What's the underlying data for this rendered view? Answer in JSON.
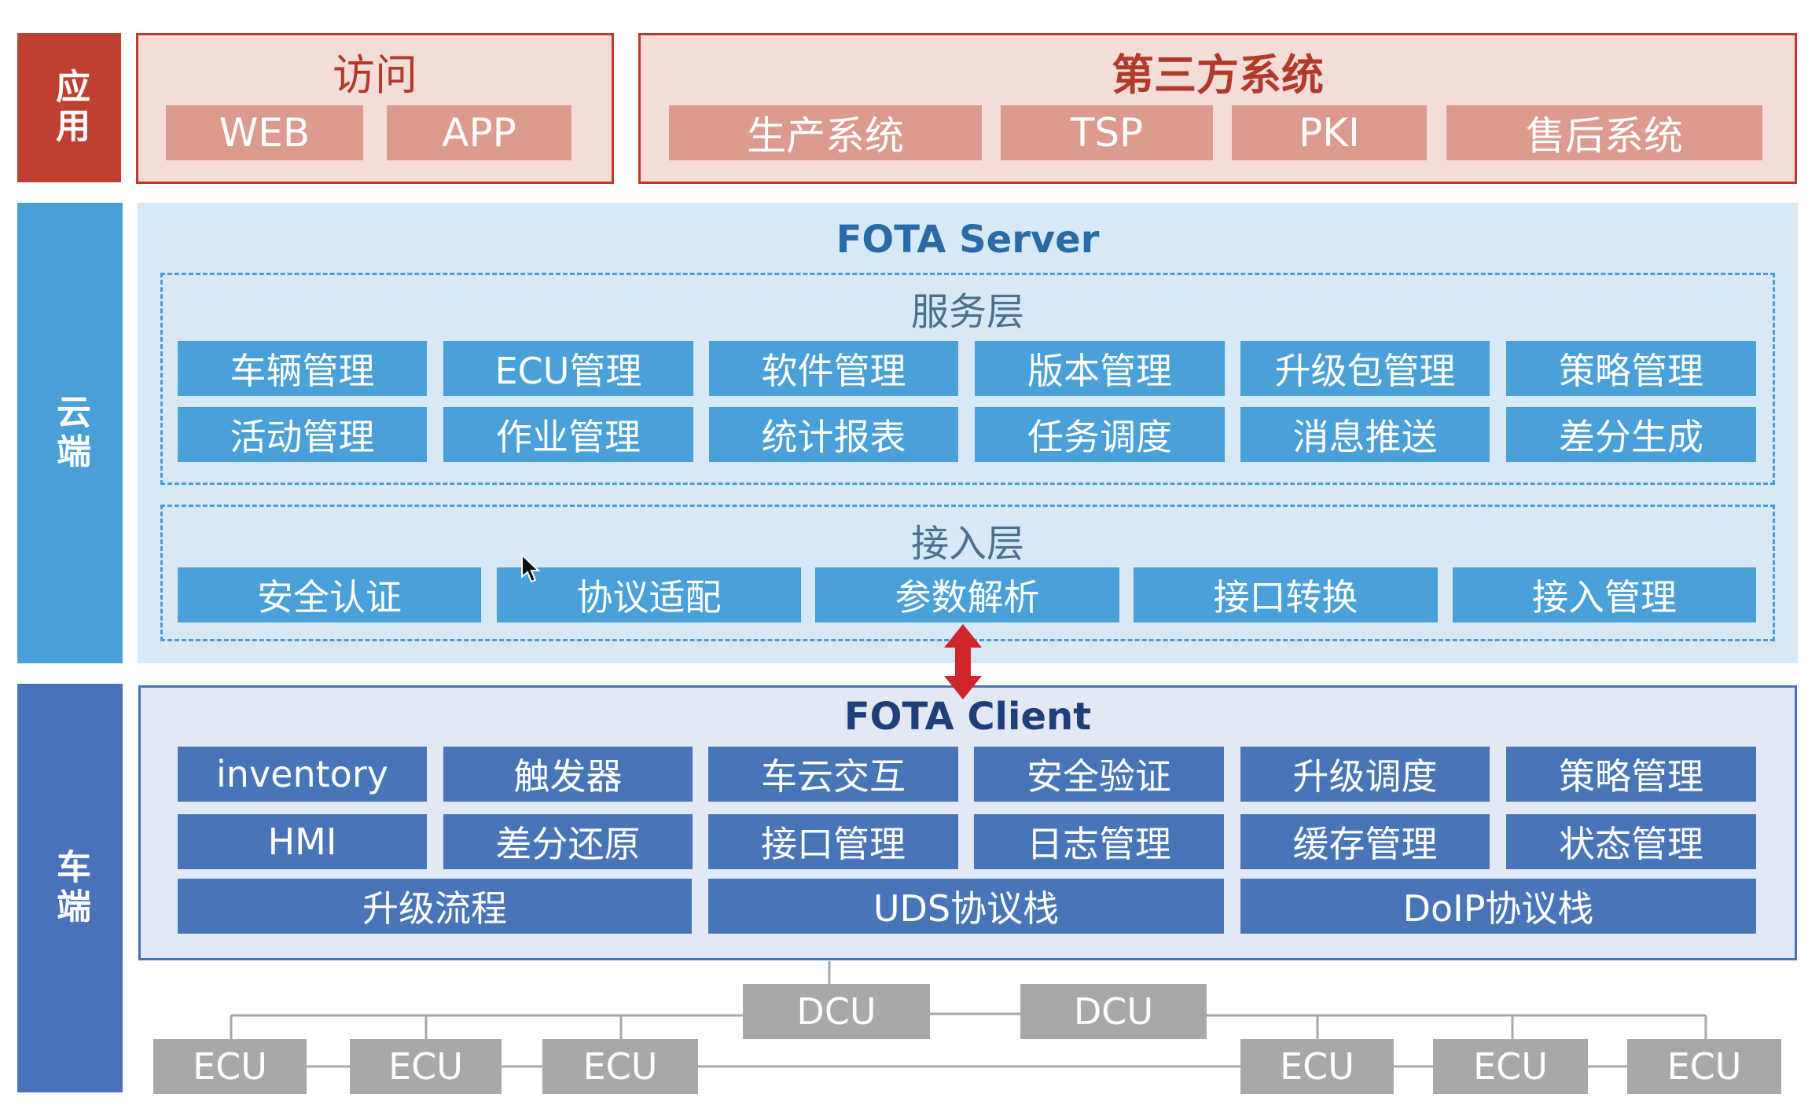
{
  "side": {
    "app": "应用",
    "cloud": "云端",
    "vehicle": "车端"
  },
  "access": {
    "title": "访问",
    "items": [
      "WEB",
      "APP"
    ]
  },
  "third_party": {
    "title": "第三方系统",
    "items": [
      "生产系统",
      "TSP",
      "PKI",
      "售后系统"
    ]
  },
  "server": {
    "title": "FOTA Server",
    "service_layer": {
      "title": "服务层",
      "row1": [
        "车辆管理",
        "ECU管理",
        "软件管理",
        "版本管理",
        "升级包管理",
        "策略管理"
      ],
      "row2": [
        "活动管理",
        "作业管理",
        "统计报表",
        "任务调度",
        "消息推送",
        "差分生成"
      ]
    },
    "access_layer": {
      "title": "接入层",
      "items": [
        "安全认证",
        "协议适配",
        "参数解析",
        "接口转换",
        "接入管理"
      ]
    }
  },
  "client": {
    "title": "FOTA Client",
    "row1": [
      "inventory",
      "触发器",
      "车云交互",
      "安全验证",
      "升级调度",
      "策略管理"
    ],
    "row2": [
      "HMI",
      "差分还原",
      "接口管理",
      "日志管理",
      "缓存管理",
      "状态管理"
    ],
    "row3": [
      "升级流程",
      "UDS协议栈",
      "DoIP协议栈"
    ]
  },
  "network": {
    "dcu": [
      "DCU",
      "DCU"
    ],
    "ecu": [
      "ECU",
      "ECU",
      "ECU",
      "ECU",
      "ECU",
      "ECU"
    ]
  },
  "colors": {
    "app": "#bf4030",
    "cloud": "#4a9fd8",
    "vehicle": "#4a72b8",
    "arrow": "#d0262b"
  }
}
